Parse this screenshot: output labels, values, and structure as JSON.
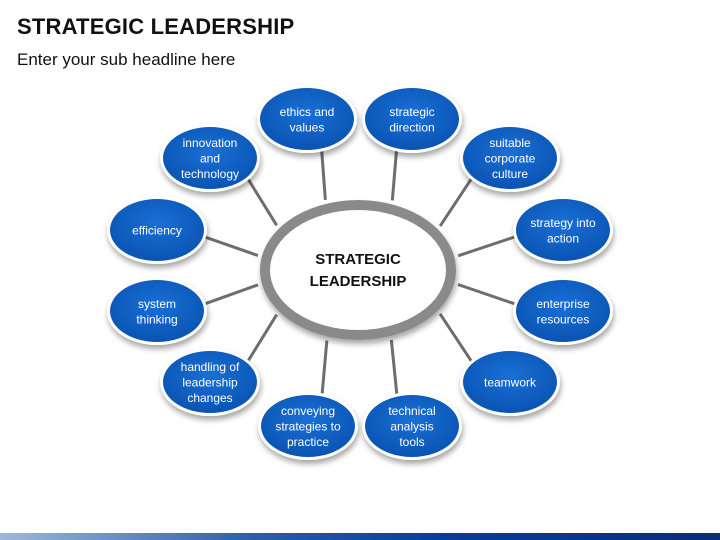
{
  "header": {
    "title": "STRATEGIC LEADERSHIP",
    "subtitle": "Enter your sub headline here"
  },
  "diagram": {
    "center": [
      "STRATEGIC",
      "LEADERSHIP"
    ],
    "nodes": [
      {
        "id": "ethics",
        "lines": [
          "ethics and",
          "values"
        ]
      },
      {
        "id": "direction",
        "lines": [
          "strategic",
          "direction"
        ]
      },
      {
        "id": "culture",
        "lines": [
          "suitable",
          "corporate",
          "culture"
        ]
      },
      {
        "id": "strategy-action",
        "lines": [
          "strategy into",
          "action"
        ]
      },
      {
        "id": "enterprise",
        "lines": [
          "enterprise",
          "resources"
        ]
      },
      {
        "id": "teamwork",
        "lines": [
          "teamwork"
        ]
      },
      {
        "id": "technical",
        "lines": [
          "technical",
          "analysis",
          "tools"
        ]
      },
      {
        "id": "conveying",
        "lines": [
          "conveying",
          "strategies to",
          "practice"
        ]
      },
      {
        "id": "handling",
        "lines": [
          "handling of",
          "leadership",
          "changes"
        ]
      },
      {
        "id": "system",
        "lines": [
          "system",
          "thinking"
        ]
      },
      {
        "id": "efficiency",
        "lines": [
          "efficiency"
        ]
      },
      {
        "id": "innovation",
        "lines": [
          "innovation",
          "and",
          "technology"
        ]
      }
    ],
    "colors": {
      "node_fill": "#0b5fc6",
      "node_text": "#ffffff",
      "ring": "#8a8a8a",
      "connector": "#6e6e6e",
      "center_fill": "#ffffff",
      "center_text": "#111111"
    }
  }
}
